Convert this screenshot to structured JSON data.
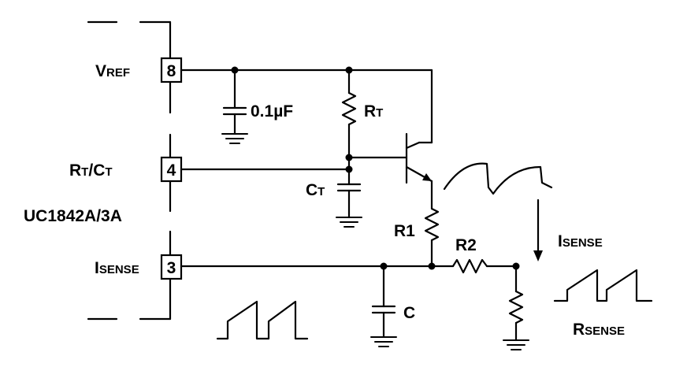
{
  "ic": {
    "part_number": "UC1842A/3A",
    "pins": {
      "vref": {
        "name_main": "V",
        "name_sub": "REF",
        "number": "8"
      },
      "rtct": {
        "name_a": "R",
        "name_a_sub": "T",
        "slash": "/",
        "name_b": "C",
        "name_b_sub": "T",
        "number": "4"
      },
      "isense": {
        "name_main": "I",
        "name_sub": "SENSE",
        "number": "3"
      }
    }
  },
  "components": {
    "cap_vref": {
      "value": "0.1µF"
    },
    "rt": {
      "main": "R",
      "sub": "T"
    },
    "ct": {
      "main": "C",
      "sub": "T"
    },
    "r1": {
      "label": "R1"
    },
    "r2": {
      "label": "R2"
    },
    "c": {
      "label": "C"
    },
    "rsense": {
      "main": "R",
      "sub": "SENSE"
    },
    "isense_wave": {
      "main": "I",
      "sub": "SENSE"
    }
  }
}
